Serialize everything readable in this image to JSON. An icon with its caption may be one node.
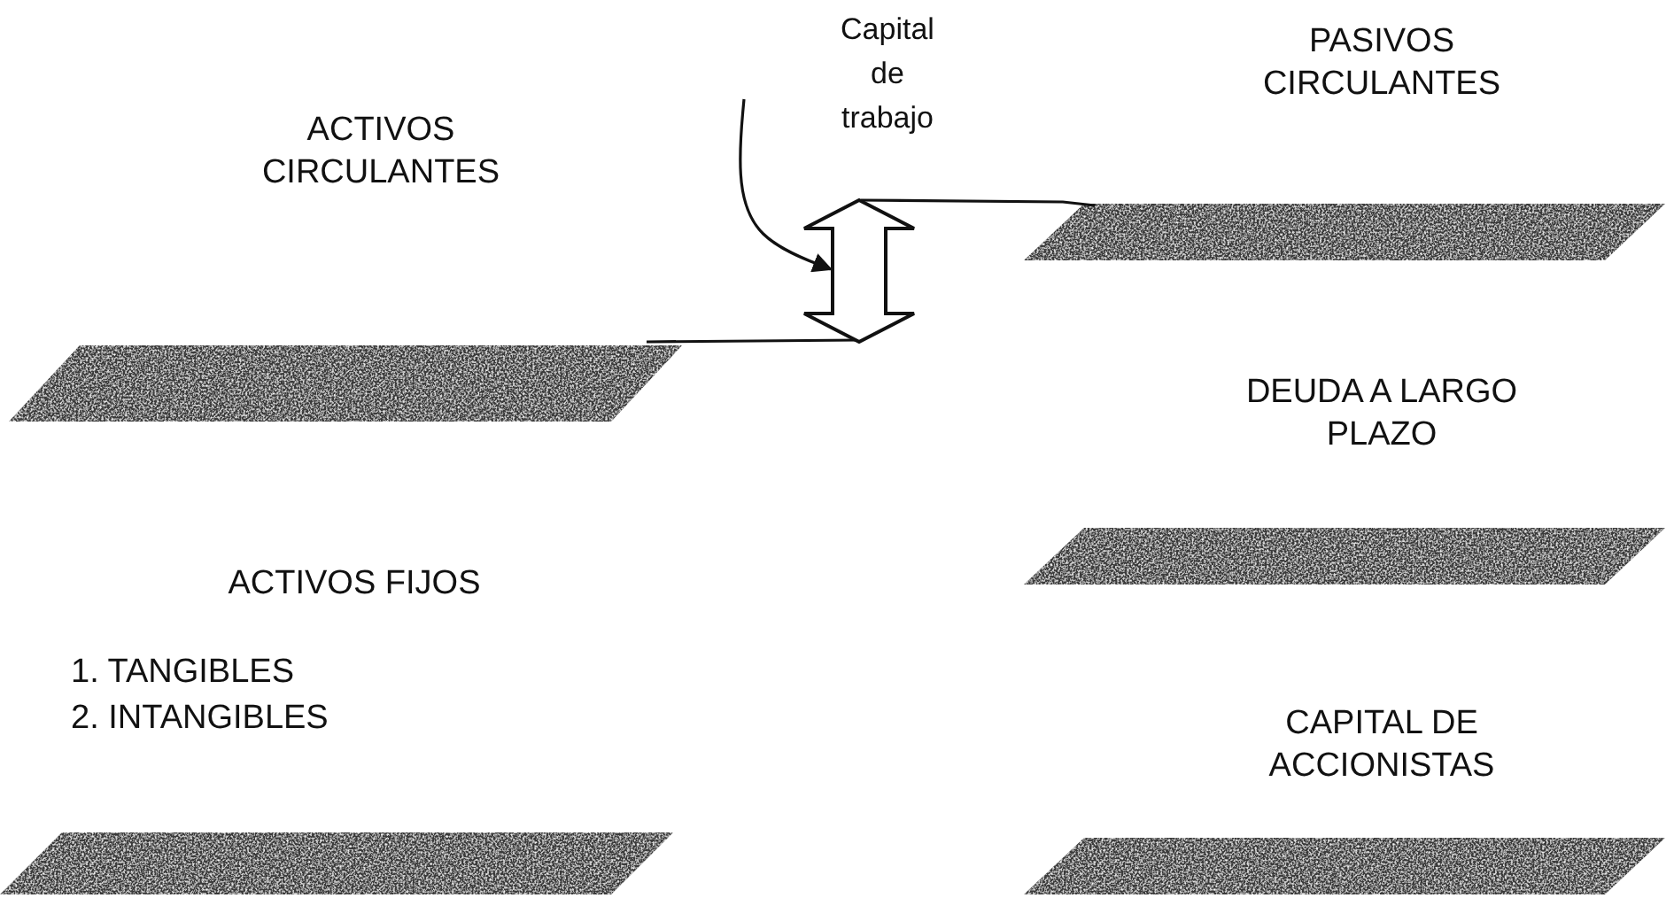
{
  "diagram": {
    "nodes": [
      {
        "text": [
          "Capital de trabajo"
        ]
      },
      {
        "text": [],
        "shape": "arrow"
      }
    ],
    "edges": [
      {
        "from": 0,
        "to": 1,
        "arrow": "to"
      }
    ],
    "labels": [
      "ACTIVOS CIRCULANTES",
      "PASIVOS CIRCULANTES",
      "DEUDA A LARGO PLAZO",
      "ACTIVOS FIJOS",
      "1. TANGIBLES",
      "2. INTANGIBLES",
      "CAPITAL DE ACCIONISTAS"
    ]
  }
}
